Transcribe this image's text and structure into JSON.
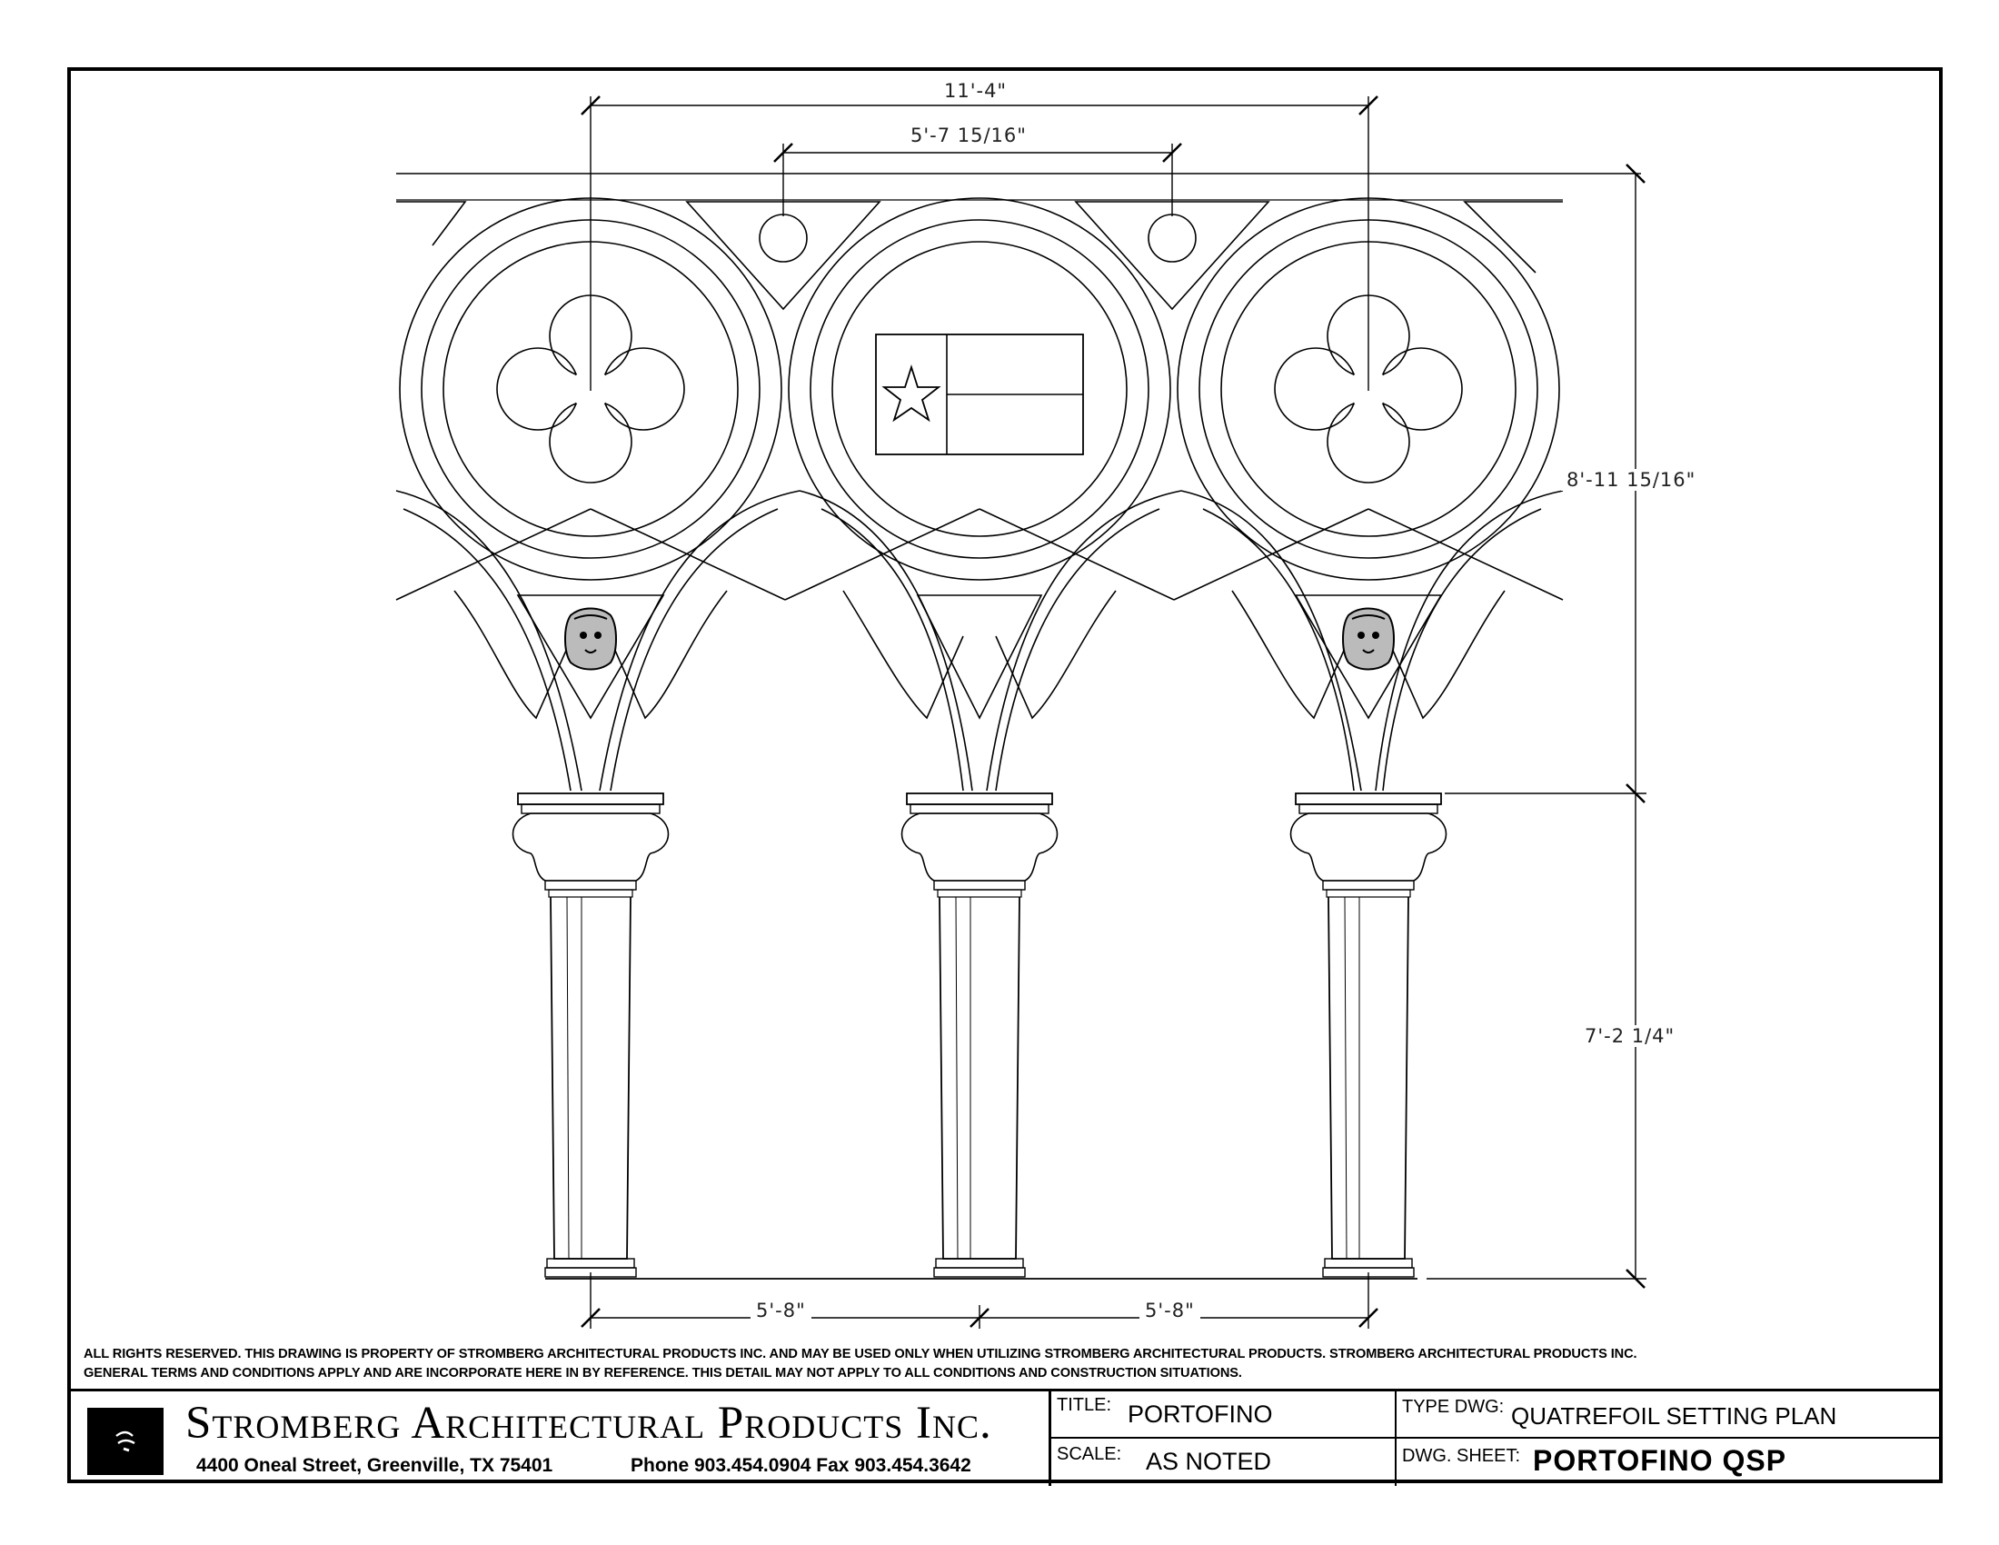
{
  "dimensions": {
    "overall_width": "11'-4\"",
    "center_spacing": "5'-7 15/16\"",
    "arch_height": "8'-11 15/16\"",
    "column_height": "7'-2 1/4\"",
    "bay_left": "5'-8\"",
    "bay_right": "5'-8\""
  },
  "notes": {
    "line1": "ALL RIGHTS RESERVED. THIS DRAWING IS PROPERTY OF STROMBERG ARCHITECTURAL PRODUCTS INC. AND MAY BE USED ONLY WHEN UTILIZING STROMBERG ARCHITECTURAL PRODUCTS.  STROMBERG ARCHITECTURAL PRODUCTS INC.",
    "line2": "GENERAL TERMS AND CONDITIONS APPLY AND ARE INCORPORATE HERE IN BY REFERENCE.  THIS DETAIL MAY NOT APPLY TO ALL CONDITIONS AND CONSTRUCTION SITUATIONS."
  },
  "company": {
    "name": "Stromberg Architectural Products Inc.",
    "address": "4400 Oneal Street, Greenville, TX  75401",
    "contact": "Phone 903.454.0904   Fax 903.454.3642",
    "logo_icon": "stromberg-logo-icon"
  },
  "title_block": {
    "title_label": "TITLE:",
    "title_value": "PORTOFINO",
    "scale_label": "SCALE:",
    "scale_value": "AS NOTED",
    "type_label": "TYPE DWG:",
    "type_value": "QUATREFOIL SETTING PLAN",
    "sheet_label": "DWG. SHEET:",
    "sheet_value": "PORTOFINO QSP"
  },
  "colors": {
    "line": "#000000",
    "line_light": "#333333",
    "paper": "#ffffff"
  }
}
